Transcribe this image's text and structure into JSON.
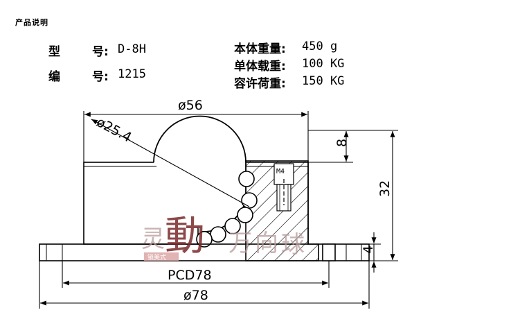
{
  "header": {
    "title": "产品说明"
  },
  "specs_left": [
    {
      "label_a": "型",
      "label_b": "号:",
      "value": "D-8H"
    },
    {
      "label_a": "编",
      "label_b": "号:",
      "value": "1215"
    }
  ],
  "specs_right": [
    {
      "label": "本体重量:",
      "value": "450 g"
    },
    {
      "label": "单体载重:",
      "value": "100 KG"
    },
    {
      "label": "容许荷重:",
      "value": "150 KG"
    }
  ],
  "drawing": {
    "dim_top": "ø56",
    "dim_ball": "ø25.4",
    "dim_8": "8",
    "dim_32": "32",
    "dim_4": "4",
    "dim_pcd": "PCD78",
    "dim_bottom": "ø78",
    "thread": "M4"
  },
  "watermark": {
    "chars": [
      "灵",
      "動",
      "万",
      "向",
      "球"
    ],
    "tag": "锁美式"
  }
}
